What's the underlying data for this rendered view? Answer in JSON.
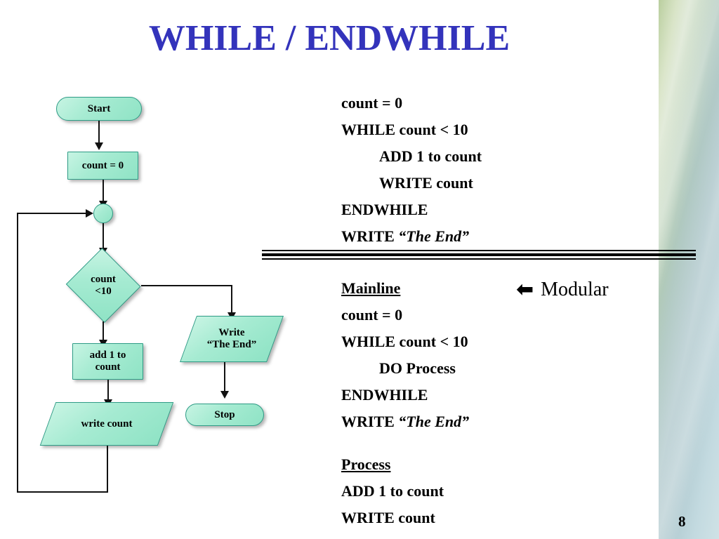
{
  "slide": {
    "title": "WHILE / ENDWHILE",
    "page_number": "8",
    "title_color": "#3333bb",
    "shape_fill": "#a6ebd2",
    "shape_border": "#2e9c86",
    "background": "#ffffff"
  },
  "flowchart": {
    "nodes": [
      {
        "id": "start",
        "shape": "pill",
        "label": "Start"
      },
      {
        "id": "init",
        "shape": "rect",
        "label": "count = 0"
      },
      {
        "id": "connector",
        "shape": "circle",
        "label": ""
      },
      {
        "id": "decision",
        "shape": "diamond",
        "label_line1": "count",
        "label_line2": "<10"
      },
      {
        "id": "add",
        "shape": "rect",
        "label_line1": "add 1 to",
        "label_line2": "count"
      },
      {
        "id": "write-count",
        "shape": "parallelogram",
        "label": "write count"
      },
      {
        "id": "write-end",
        "shape": "parallelogram",
        "label_line1": "Write",
        "label_line2": "“The End”"
      },
      {
        "id": "stop",
        "shape": "pill",
        "label": "Stop"
      }
    ]
  },
  "pseudocode_top": {
    "lines": [
      {
        "text": "count = 0",
        "indent": 0,
        "italic_part": ""
      },
      {
        "text": "WHILE count < 10",
        "indent": 0,
        "italic_part": ""
      },
      {
        "text": "ADD 1 to count",
        "indent": 1,
        "italic_part": ""
      },
      {
        "text": "WRITE count",
        "indent": 1,
        "italic_part": ""
      },
      {
        "text": "ENDWHILE",
        "indent": 0,
        "italic_part": ""
      },
      {
        "text": "WRITE ",
        "indent": 0,
        "italic_part": "“The End”"
      }
    ]
  },
  "pseudocode_mainline": {
    "heading": "Mainline",
    "lines": [
      {
        "text": "count = 0",
        "indent": 0,
        "italic_part": ""
      },
      {
        "text": "WHILE count < 10",
        "indent": 0,
        "italic_part": ""
      },
      {
        "text": "DO Process",
        "indent": 1,
        "italic_part": ""
      },
      {
        "text": "ENDWHILE",
        "indent": 0,
        "italic_part": ""
      },
      {
        "text": "WRITE ",
        "indent": 0,
        "italic_part": "“The End”"
      }
    ]
  },
  "pseudocode_process": {
    "heading": "Process",
    "lines": [
      {
        "text": "ADD 1 to count",
        "indent": 0,
        "italic_part": ""
      },
      {
        "text": "WRITE count",
        "indent": 0,
        "italic_part": ""
      }
    ]
  },
  "annotation": {
    "arrow_glyph": "⬅",
    "label": "Modular"
  }
}
